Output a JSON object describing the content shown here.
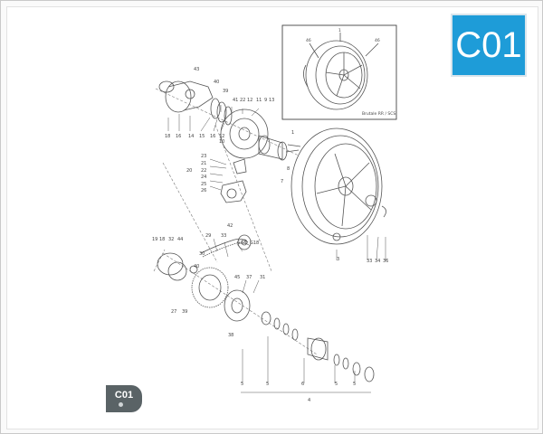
{
  "badge": {
    "code": "C01"
  },
  "footer_tag": {
    "code": "C01"
  },
  "inset": {
    "caption": "Brutale RR / SCS",
    "labels": [
      "1",
      "46",
      "46"
    ]
  },
  "callouts": {
    "upper": [
      "43",
      "40",
      "39",
      "18",
      "16",
      "14",
      "15",
      "16",
      "12",
      "41",
      "22",
      "12",
      "11",
      "9",
      "13",
      "10",
      "1",
      "8",
      "23",
      "21",
      "22",
      "24",
      "25",
      "26",
      "20",
      "7",
      "3",
      "33",
      "34",
      "36"
    ],
    "lower": [
      "42",
      "19",
      "18",
      "32",
      "44",
      "29",
      "33",
      "G18",
      "G18",
      "30",
      "40",
      "45",
      "37",
      "31",
      "27",
      "39",
      "38",
      "5",
      "5",
      "6",
      "5",
      "5",
      "4"
    ]
  },
  "colors": {
    "badge": "#1e9cd8",
    "line": "#555555"
  }
}
